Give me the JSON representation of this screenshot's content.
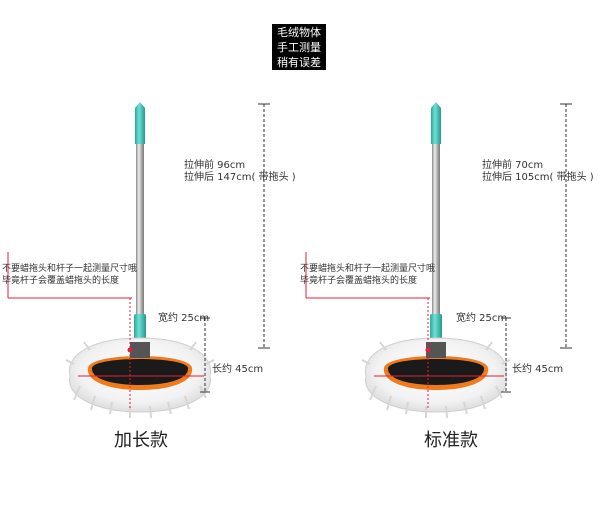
{
  "note_box": {
    "lines": [
      "毛绒物体",
      "手工测量",
      "稍有误差"
    ]
  },
  "products": [
    {
      "name": "加长款",
      "before_stretch": "拉伸前 96cm",
      "after_stretch": "拉伸后 147cm( 带拖头 )",
      "note_lines": [
        "不要蜡拖头和杆子一起测量尺寸哦",
        "毕竟杆子会覆盖蜡拖头的长度"
      ],
      "width": "宽约 25cm",
      "length": "长约 45cm"
    },
    {
      "name": "标准款",
      "before_stretch": "拉伸前 70cm",
      "after_stretch": "拉伸后 105cm( 带拖头 )",
      "note_lines": [
        "不要蜡拖头和杆子一起测量尺寸哦",
        "毕竟杆子会覆盖蜡拖头的长度"
      ],
      "width": "宽约 25cm",
      "length": "长约 45cm"
    }
  ],
  "colors": {
    "handle_cap": "#3cc4b8",
    "pole": "#b8b8b8",
    "mop_fiber": "#eeeeee",
    "mop_rim": "#f07a1e",
    "mop_base": "#1a1a1a",
    "marker_red": "#e0203a",
    "dimension_line": "#333333"
  }
}
